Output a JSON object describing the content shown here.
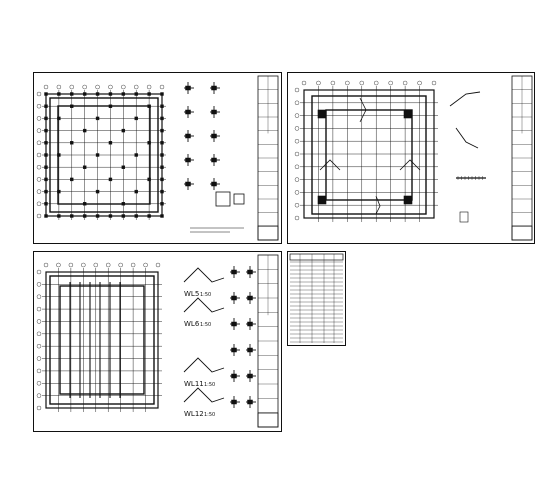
{
  "sheets": [
    {
      "id": "sheet-1",
      "kind": "foundation-plan",
      "section_labels": []
    },
    {
      "id": "sheet-2",
      "kind": "roof-framing-plan",
      "section_labels": []
    },
    {
      "id": "sheet-3",
      "kind": "beam-plan-with-elevations",
      "section_labels": [
        "WL5",
        "WL6",
        "WL11",
        "WL12"
      ]
    }
  ],
  "scale_text": "1:50",
  "colors": {
    "line": "#111111",
    "background": "#ffffff",
    "paper": "#ffffff"
  }
}
